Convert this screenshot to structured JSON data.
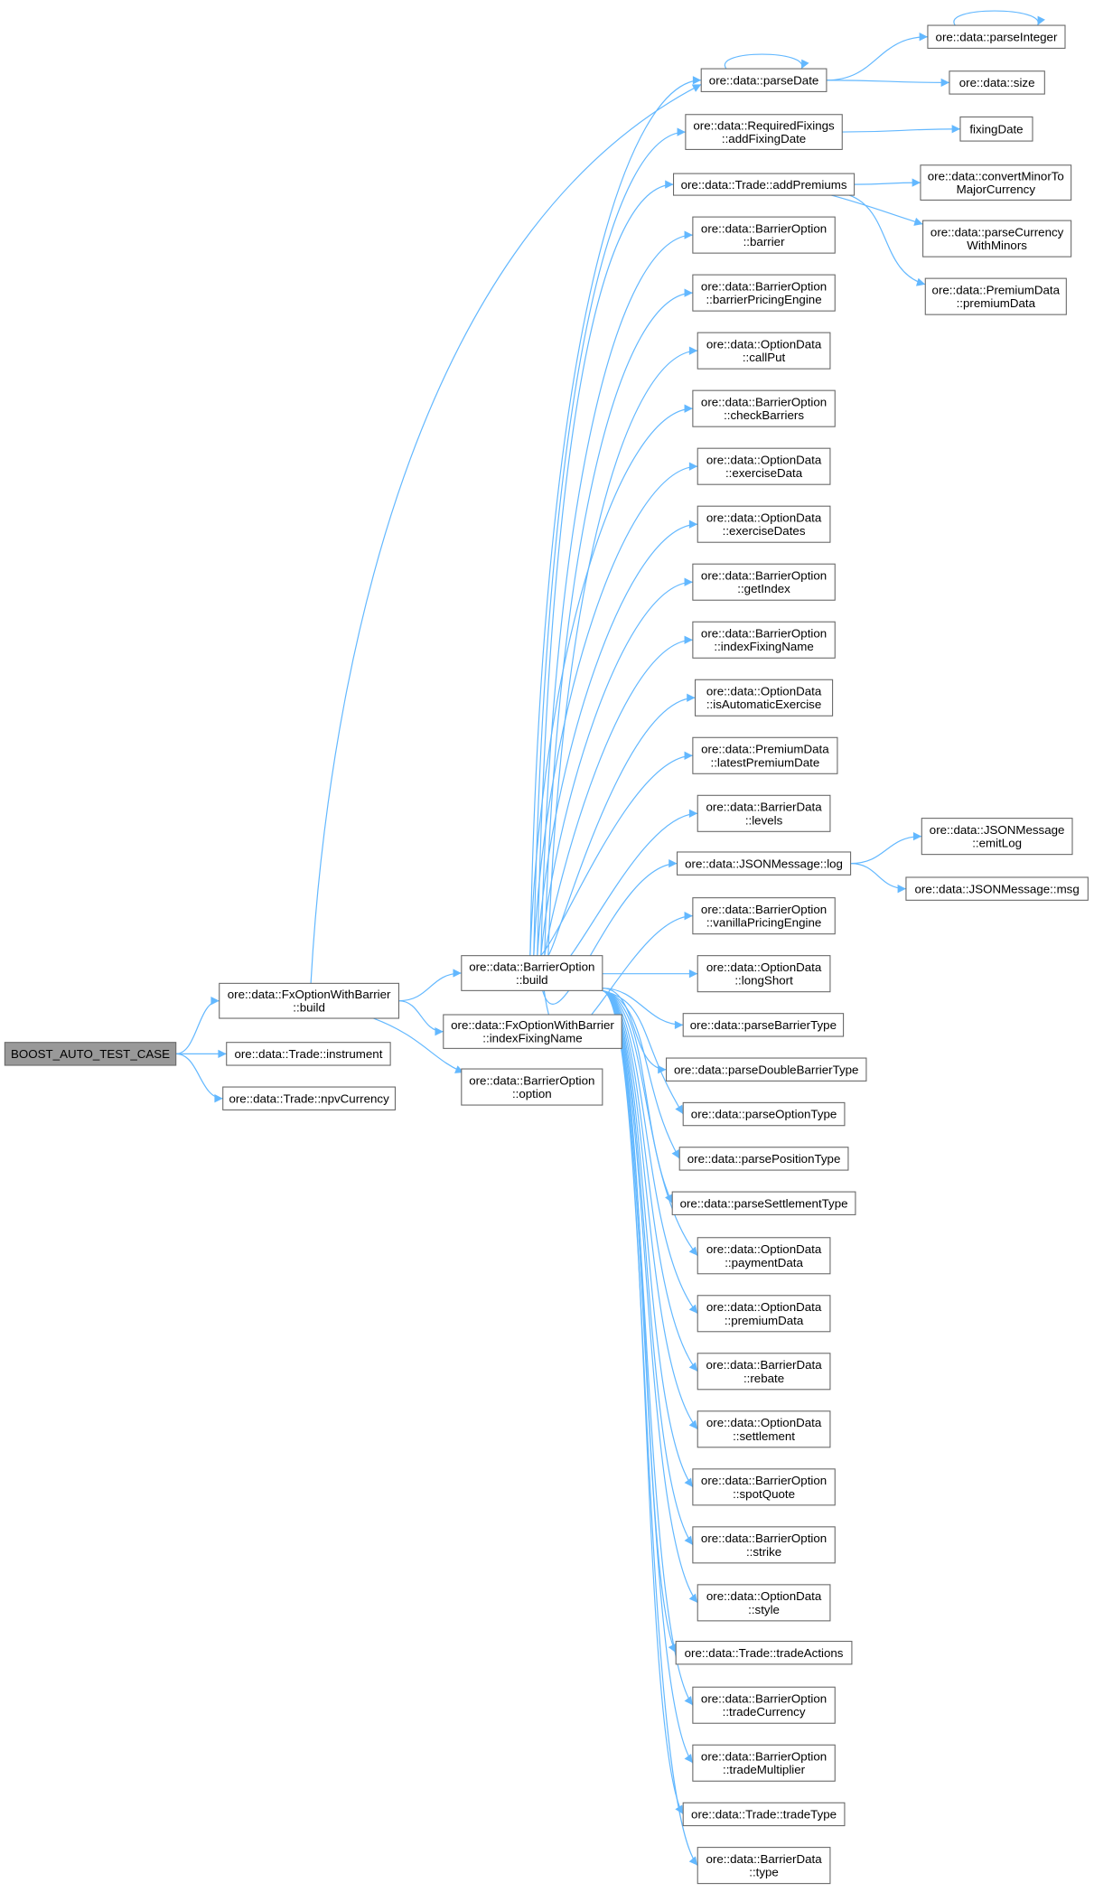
{
  "graph": {
    "edge_color": "#63b8ff",
    "root_fill": "#999999",
    "nodes": {
      "root": {
        "lines": [
          "BOOST_AUTO_TEST_CASE"
        ]
      },
      "fxbuild": {
        "lines": [
          "ore::data::FxOptionWithBarrier",
          "::build"
        ]
      },
      "instrument": {
        "lines": [
          "ore::data::Trade::instrument"
        ]
      },
      "npvCurrency": {
        "lines": [
          "ore::data::Trade::npvCurrency"
        ]
      },
      "bobuild": {
        "lines": [
          "ore::data::BarrierOption",
          "::build"
        ]
      },
      "fxIndexFixingName": {
        "lines": [
          "ore::data::FxOptionWithBarrier",
          "::indexFixingName"
        ]
      },
      "option": {
        "lines": [
          "ore::data::BarrierOption",
          "::option"
        ]
      },
      "parseDate": {
        "lines": [
          "ore::data::parseDate"
        ]
      },
      "addFixingDate": {
        "lines": [
          "ore::data::RequiredFixings",
          "::addFixingDate"
        ]
      },
      "addPremiums": {
        "lines": [
          "ore::data::Trade::addPremiums"
        ]
      },
      "barrier": {
        "lines": [
          "ore::data::BarrierOption",
          "::barrier"
        ]
      },
      "barrierPricingEngine": {
        "lines": [
          "ore::data::BarrierOption",
          "::barrierPricingEngine"
        ]
      },
      "callPut": {
        "lines": [
          "ore::data::OptionData",
          "::callPut"
        ]
      },
      "checkBarriers": {
        "lines": [
          "ore::data::BarrierOption",
          "::checkBarriers"
        ]
      },
      "exerciseData": {
        "lines": [
          "ore::data::OptionData",
          "::exerciseData"
        ]
      },
      "exerciseDates": {
        "lines": [
          "ore::data::OptionData",
          "::exerciseDates"
        ]
      },
      "getIndex": {
        "lines": [
          "ore::data::BarrierOption",
          "::getIndex"
        ]
      },
      "indexFixingName": {
        "lines": [
          "ore::data::BarrierOption",
          "::indexFixingName"
        ]
      },
      "isAutomaticExercise": {
        "lines": [
          "ore::data::OptionData",
          "::isAutomaticExercise"
        ]
      },
      "latestPremiumDate": {
        "lines": [
          "ore::data::PremiumData",
          "::latestPremiumDate"
        ]
      },
      "levels": {
        "lines": [
          "ore::data::BarrierData",
          "::levels"
        ]
      },
      "log": {
        "lines": [
          "ore::data::JSONMessage::log"
        ]
      },
      "vanillaPricingEngine": {
        "lines": [
          "ore::data::BarrierOption",
          "::vanillaPricingEngine"
        ]
      },
      "longShort": {
        "lines": [
          "ore::data::OptionData",
          "::longShort"
        ]
      },
      "parseBarrierType": {
        "lines": [
          "ore::data::parseBarrierType"
        ]
      },
      "parseDoubleBarrierType": {
        "lines": [
          "ore::data::parseDoubleBarrierType"
        ]
      },
      "parseOptionType": {
        "lines": [
          "ore::data::parseOptionType"
        ]
      },
      "parsePositionType": {
        "lines": [
          "ore::data::parsePositionType"
        ]
      },
      "parseSettlementType": {
        "lines": [
          "ore::data::parseSettlementType"
        ]
      },
      "paymentData": {
        "lines": [
          "ore::data::OptionData",
          "::paymentData"
        ]
      },
      "premiumData": {
        "lines": [
          "ore::data::OptionData",
          "::premiumData"
        ]
      },
      "rebate": {
        "lines": [
          "ore::data::BarrierData",
          "::rebate"
        ]
      },
      "settlement": {
        "lines": [
          "ore::data::OptionData",
          "::settlement"
        ]
      },
      "spotQuote": {
        "lines": [
          "ore::data::BarrierOption",
          "::spotQuote"
        ]
      },
      "strike": {
        "lines": [
          "ore::data::BarrierOption",
          "::strike"
        ]
      },
      "style": {
        "lines": [
          "ore::data::OptionData",
          "::style"
        ]
      },
      "tradeActions": {
        "lines": [
          "ore::data::Trade::tradeActions"
        ]
      },
      "tradeCurrency": {
        "lines": [
          "ore::data::BarrierOption",
          "::tradeCurrency"
        ]
      },
      "tradeMultiplier": {
        "lines": [
          "ore::data::BarrierOption",
          "::tradeMultiplier"
        ]
      },
      "tradeType": {
        "lines": [
          "ore::data::Trade::tradeType"
        ]
      },
      "type": {
        "lines": [
          "ore::data::BarrierData",
          "::type"
        ]
      },
      "parseInteger": {
        "lines": [
          "ore::data::parseInteger"
        ]
      },
      "size": {
        "lines": [
          "ore::data::size"
        ]
      },
      "fixingDate": {
        "lines": [
          "fixingDate"
        ]
      },
      "convertMinor": {
        "lines": [
          "ore::data::convertMinorTo",
          "MajorCurrency"
        ]
      },
      "parseCurrency": {
        "lines": [
          "ore::data::parseCurrency",
          "WithMinors"
        ]
      },
      "premiumData2": {
        "lines": [
          "ore::data::PremiumData",
          "::premiumData"
        ]
      },
      "emitLog": {
        "lines": [
          "ore::data::JSONMessage",
          "::emitLog"
        ]
      },
      "msg": {
        "lines": [
          "ore::data::JSONMessage::msg"
        ]
      }
    }
  }
}
